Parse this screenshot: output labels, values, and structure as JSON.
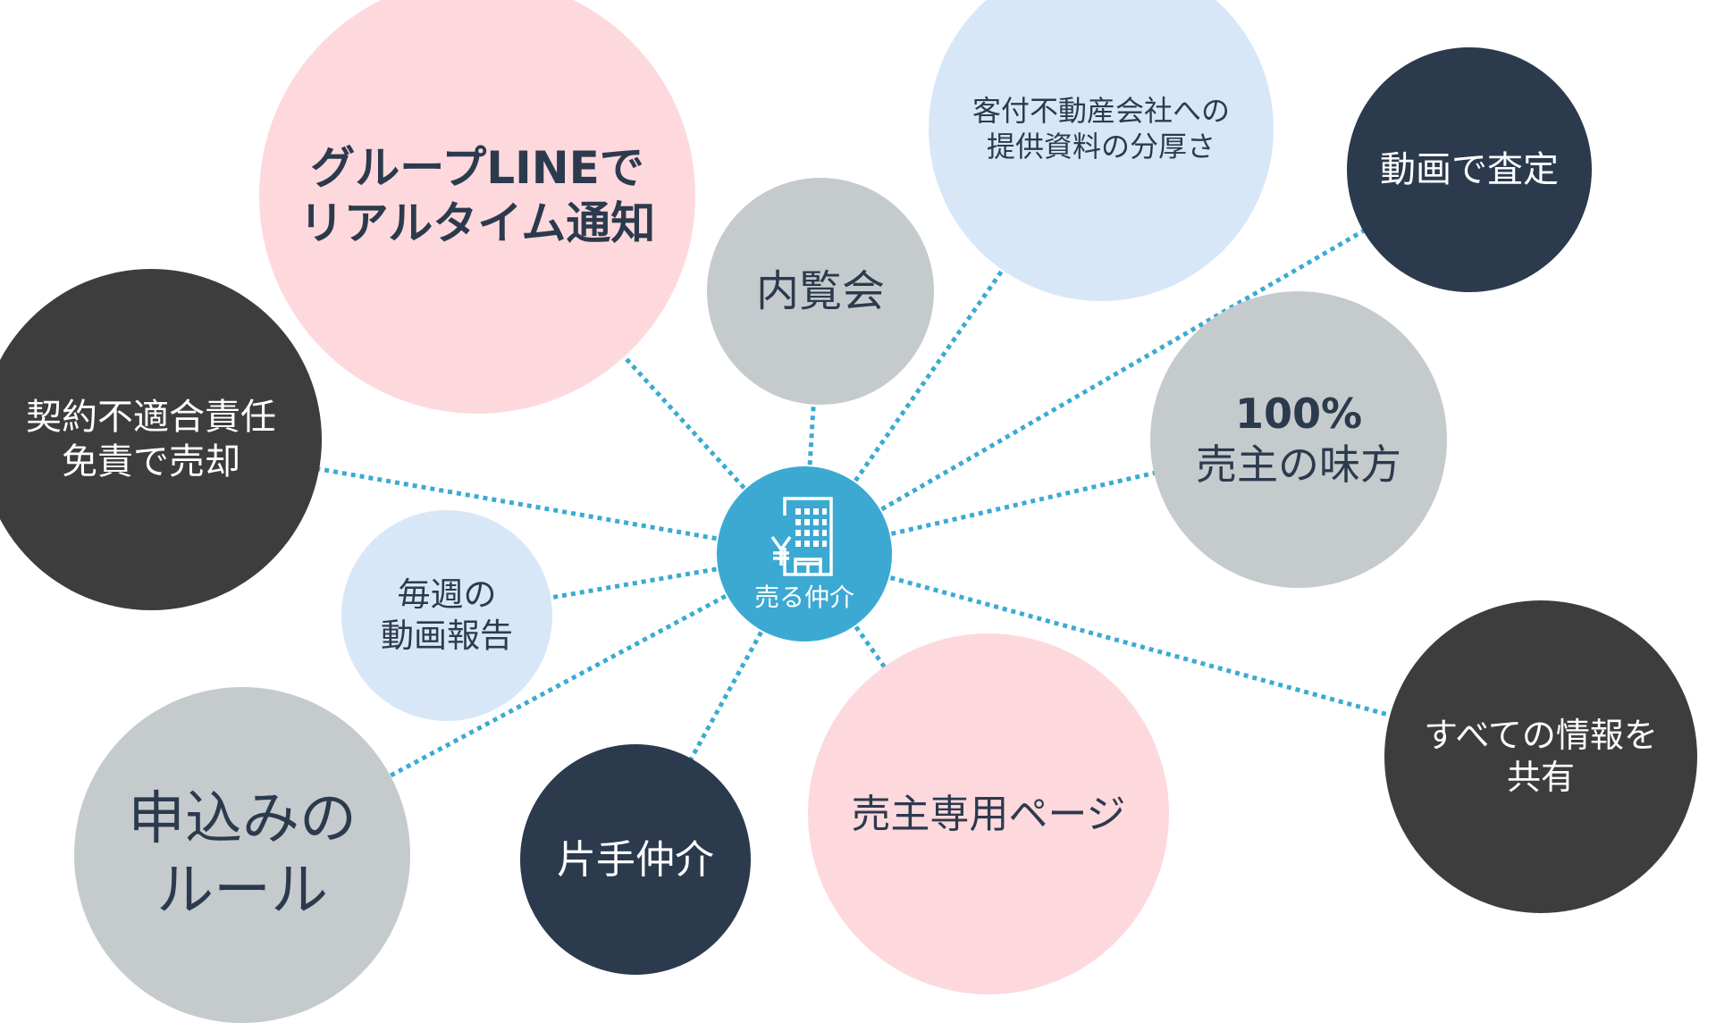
{
  "hub": {
    "label": "売る仲介",
    "icon": "building-yen-icon"
  },
  "nodes": [
    {
      "text": "グループLINEで\nリアルタイム通知"
    },
    {
      "text": "内覧会"
    },
    {
      "text": "客付不動産会社への\n提供資料の分厚さ"
    },
    {
      "text": "動画で査定"
    },
    {
      "title": "100%",
      "text": "売主の味方"
    },
    {
      "text": "すべての情報を\n共有"
    },
    {
      "text": "売主専用ページ"
    },
    {
      "text": "片手仲介"
    },
    {
      "text": "申込みの\nルール"
    },
    {
      "text": "毎週の\n動画報告"
    },
    {
      "text": "契約不適合責任\n免責で売却"
    }
  ],
  "colors": {
    "hub": "#3ca9d3",
    "line": "#3aabd2",
    "pink": "#fdd9dd",
    "gray": "#c5cacd",
    "light_blue": "#d8e7f8",
    "navy": "#2c3a4d",
    "dark": "#3d3d3d"
  }
}
